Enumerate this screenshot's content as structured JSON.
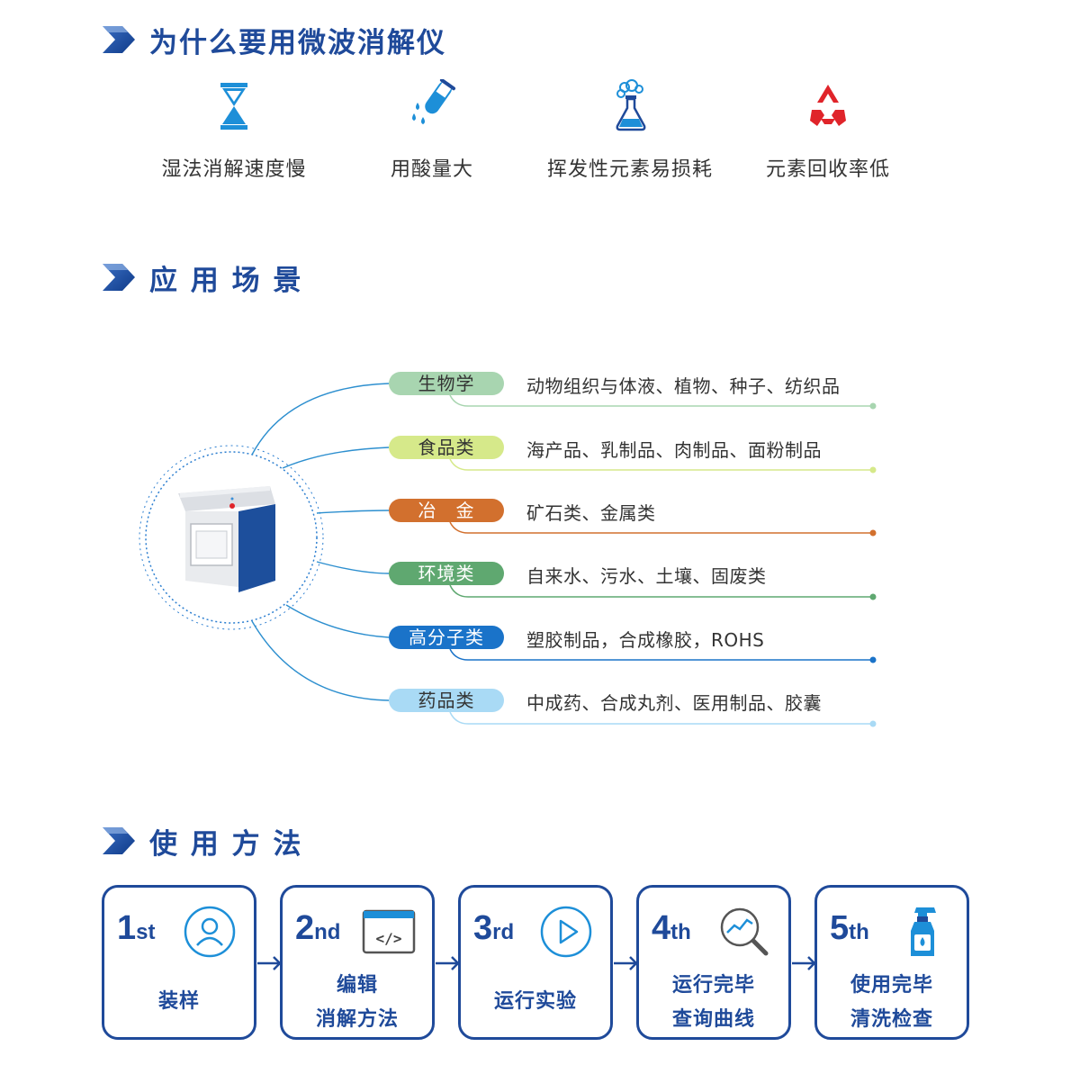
{
  "sections": {
    "why_title": "为什么要用微波消解仪",
    "apps_title": "应 用 场 景",
    "usage_title": "使 用 方 法"
  },
  "why": {
    "items": [
      {
        "label": "湿法消解速度慢",
        "icon": "hourglass-icon"
      },
      {
        "label": "用酸量大",
        "icon": "test-tube-drip-icon"
      },
      {
        "label": "挥发性元素易损耗",
        "icon": "flask-vapor-icon"
      },
      {
        "label": "元素回收率低",
        "icon": "recycle-icon"
      }
    ]
  },
  "apps": {
    "items": [
      {
        "category": "生物学",
        "desc": "动物组织与体液、植物、种子、纺织品",
        "color": "#a8d5b0",
        "text_color": "#333333"
      },
      {
        "category": "食品类",
        "desc": "海产品、乳制品、肉制品、面粉制品",
        "color": "#d6e98a",
        "text_color": "#333333"
      },
      {
        "category": "冶　金",
        "desc": "矿石类、金属类",
        "color": "#d2702e",
        "text_color": "#ffffff"
      },
      {
        "category": "环境类",
        "desc": "自来水、污水、土壤、固废类",
        "color": "#5fa870",
        "text_color": "#ffffff"
      },
      {
        "category": "高分子类",
        "desc": "塑胶制品，合成橡胶，ROHS",
        "color": "#1a73c9",
        "text_color": "#ffffff"
      },
      {
        "category": "药品类",
        "desc": "中成药、合成丸剂、医用制品、胶囊",
        "color": "#a9daf5",
        "text_color": "#333333"
      }
    ]
  },
  "usage": {
    "steps": [
      {
        "n": "1",
        "suffix": "st",
        "line1": "装样",
        "line2": "",
        "icon": "user-icon"
      },
      {
        "n": "2",
        "suffix": "nd",
        "line1": "编辑",
        "line2": "消解方法",
        "icon": "code-window-icon"
      },
      {
        "n": "3",
        "suffix": "rd",
        "line1": "运行实验",
        "line2": "",
        "icon": "play-icon"
      },
      {
        "n": "4",
        "suffix": "th",
        "line1": "运行完毕",
        "line2": "查询曲线",
        "icon": "magnifier-chart-icon"
      },
      {
        "n": "5",
        "suffix": "th",
        "line1": "使用完毕",
        "line2": "清洗检查",
        "icon": "spray-bottle-icon"
      }
    ]
  },
  "colors": {
    "brand": "#1f4a9a",
    "accent_blue": "#1d8fd8",
    "red": "#e0242a"
  }
}
